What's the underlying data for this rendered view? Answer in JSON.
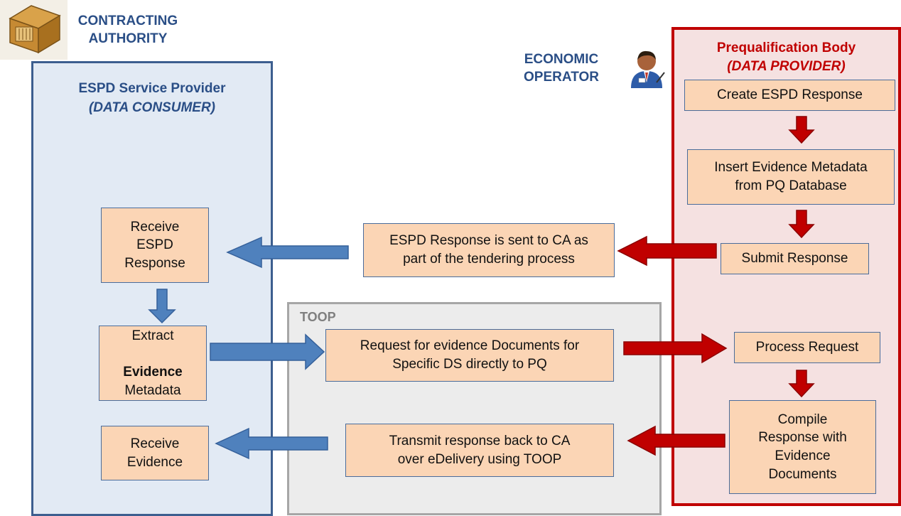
{
  "contracting_authority": {
    "label": "CONTRACTING\nAUTHORITY",
    "icon": "building-icon"
  },
  "economic_operator": {
    "label": "ECONOMIC\nOPERATOR",
    "icon": "person-icon"
  },
  "consumer_panel": {
    "title": "ESPD Service Provider",
    "subtitle": "(DATA CONSUMER)"
  },
  "provider_panel": {
    "title": "Prequalification Body",
    "subtitle": "(DATA PROVIDER)"
  },
  "toop_panel": {
    "label": "TOOP"
  },
  "boxes": {
    "receive_espd": "Receive\nESPD\nResponse",
    "extract_pre": "Extract",
    "extract_bold": "Evidence",
    "extract_post": "Metadata",
    "receive_evidence": "Receive\nEvidence",
    "espd_sent": "ESPD Response is sent to CA as\npart of the tendering process",
    "request_evidence": "Request for evidence Documents for\nSpecific DS directly to PQ",
    "transmit_response": "Transmit response back to CA\nover eDelivery using TOOP",
    "create_espd": "Create ESPD Response",
    "insert_evidence": "Insert Evidence Metadata\nfrom PQ Database",
    "submit_response": "Submit Response",
    "process_request": "Process Request",
    "compile_response": "Compile\nResponse with\nEvidence\nDocuments"
  },
  "colors": {
    "blue_arrow": "#4f81bd",
    "red_arrow": "#c00000",
    "box_fill": "#fbd5b5"
  }
}
